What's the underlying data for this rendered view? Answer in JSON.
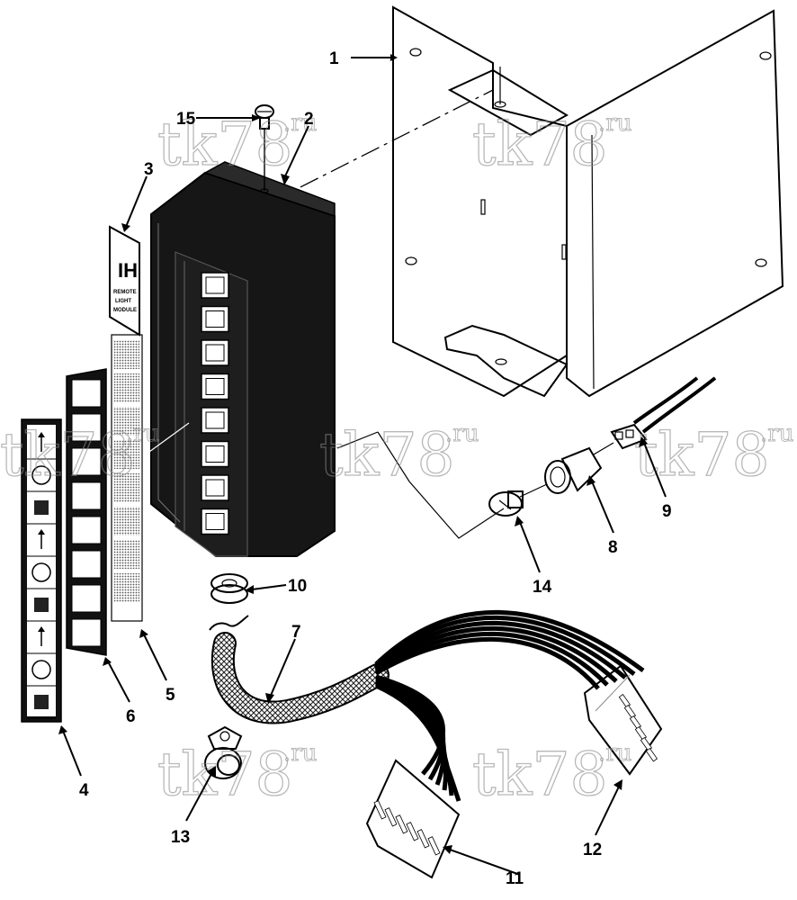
{
  "diagram": {
    "watermark": {
      "text": "tk78",
      "suffix": ".ru"
    },
    "callouts": [
      {
        "id": "c1",
        "label": "1"
      },
      {
        "id": "c2",
        "label": "2"
      },
      {
        "id": "c3",
        "label": "3"
      },
      {
        "id": "c4",
        "label": "4"
      },
      {
        "id": "c5",
        "label": "5"
      },
      {
        "id": "c6",
        "label": "6"
      },
      {
        "id": "c7",
        "label": "7"
      },
      {
        "id": "c8",
        "label": "8"
      },
      {
        "id": "c9",
        "label": "9"
      },
      {
        "id": "c10",
        "label": "10"
      },
      {
        "id": "c11",
        "label": "11"
      },
      {
        "id": "c12",
        "label": "12"
      },
      {
        "id": "c13",
        "label": "13"
      },
      {
        "id": "c14",
        "label": "14"
      },
      {
        "id": "c15",
        "label": "15"
      }
    ],
    "decal_text": [
      "REMOTE",
      "LIGHT",
      "MODULE"
    ],
    "colors": {
      "line": "#000000",
      "fill_dark": "#1a1a1a",
      "watermark": "#8a8a8a"
    }
  }
}
